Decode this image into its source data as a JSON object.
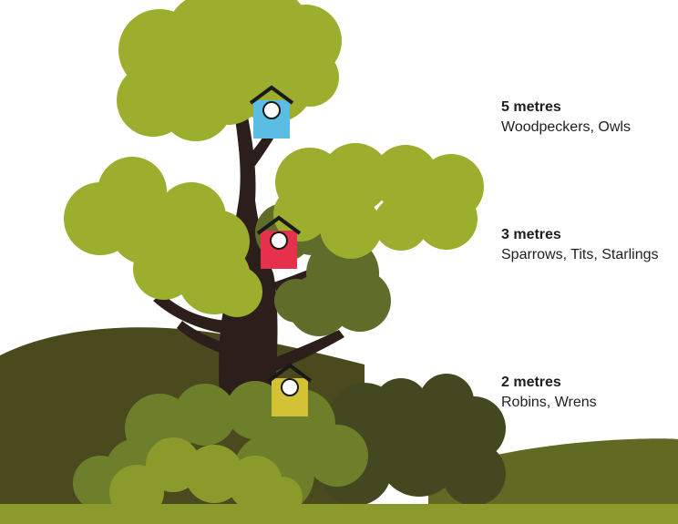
{
  "colors": {
    "background": "#ffffff",
    "hill_dark": "#4a4a1e",
    "hill_light": "#606a22",
    "ground": "#8a9b2c",
    "trunk": "#2b1e1b",
    "foliage_light": "#9cae2d",
    "foliage_mid": "#7e9230",
    "foliage_dark": "#5f6c2a",
    "bush_dark": "#444820",
    "box_blue": "#5bbde4",
    "box_red": "#e6314d",
    "box_yellow": "#d3c234",
    "roof": "#1a1a1a",
    "text": "#1e1e1e"
  },
  "labels": [
    {
      "height": "5 metres",
      "birds": "Woodpeckers, Owls"
    },
    {
      "height": "3 metres",
      "birds": "Sparrows, Tits, Starlings"
    },
    {
      "height": "2 metres",
      "birds": "Robins, Wrens"
    }
  ],
  "birdhouses": [
    {
      "name": "birdhouse-5m",
      "color": "#5bbde4"
    },
    {
      "name": "birdhouse-3m",
      "color": "#e6314d"
    },
    {
      "name": "birdhouse-2m",
      "color": "#d3c234"
    }
  ]
}
